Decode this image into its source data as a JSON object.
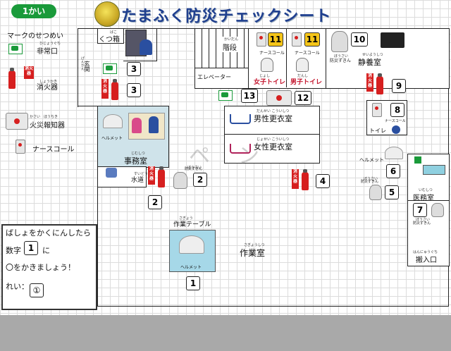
{
  "floor_badge": "1かい",
  "title": "たまふく防災チェックシート",
  "legend": {
    "heading": "マークのせつめい",
    "items": [
      {
        "label": "非常口",
        "ruby": "ひじょうぐち",
        "icon": "exit-sign-icon"
      },
      {
        "label": "消火器",
        "ruby": "しょうかき",
        "icon": "fire-extinguisher-icon"
      },
      {
        "label": "火災報知器",
        "ruby": "かさい　ほうちき",
        "icon": "fire-alarm-icon"
      },
      {
        "label": "ナースコール",
        "icon": "nurse-call-icon"
      }
    ]
  },
  "instructions": {
    "line1": "ばしょをかくにんしたら",
    "line2_prefix": "数字",
    "line2_number": "1",
    "line2_suffix": "に",
    "line3": "〇をかきましょう！",
    "example_label": "れい：",
    "example_number": "①"
  },
  "rooms": {
    "shoe_box": "くつ箱",
    "shoe_box_ruby": "ばこ",
    "entrance": "玄関",
    "entrance_ruby": "げんかん",
    "stairs": "階段",
    "stairs_ruby": "かいだん",
    "elevator": "エレベーター",
    "nurse_call_label": "ナースコール",
    "womens_toilet": "女子トイレ",
    "womens_toilet_ruby": "じょし",
    "mens_toilet": "男子トイレ",
    "mens_toilet_ruby": "だんし",
    "quiet_room": "静養室",
    "quiet_room_ruby": "せいようしつ",
    "fire_alarm_label": "防災ずきん",
    "fire_alarm_ruby": "ぼうさい",
    "mens_locker": "男性更衣室",
    "mens_locker_ruby": "だんせい こういしつ",
    "womens_locker": "女性更衣室",
    "womens_locker_ruby": "じょせい こういしつ",
    "office": "事務室",
    "office_ruby": "じむしつ",
    "helmet_label": "ヘルメット",
    "water": "水道",
    "water_ruby": "すいどう",
    "bosai_zukin": "防災ずきん",
    "toilet": "トイレ",
    "nurse_call_small": "ナースコール",
    "helmet_right": "ヘルメット",
    "medical_room": "医務室",
    "medical_room_ruby": "いむしつ",
    "carry_in": "搬入口",
    "carry_in_ruby": "はんにゅうぐち",
    "work_table": "作業テーブル",
    "work_table_ruby": "さぎょう",
    "work_room": "作業室",
    "work_room_ruby": "さぎょうしつ",
    "helmet_table": "ヘルメット",
    "watermark": "ペン"
  },
  "markers": {
    "n1": "1",
    "n2a": "2",
    "n2b": "2",
    "n3a": "3",
    "n3b": "3",
    "n4": "4",
    "n5": "5",
    "n6": "6",
    "n7": "7",
    "n8": "8",
    "n9": "9",
    "n10": "10",
    "n11a": "11",
    "n11b": "11",
    "n12": "12",
    "n13": "13"
  },
  "fx_text": "消火器",
  "colors": {
    "green": "#1a9a3a",
    "red": "#d61f1f",
    "yellow": "#f5c518",
    "blue_title": "#1f3f8f",
    "teal_room": "#cfe3ea"
  }
}
